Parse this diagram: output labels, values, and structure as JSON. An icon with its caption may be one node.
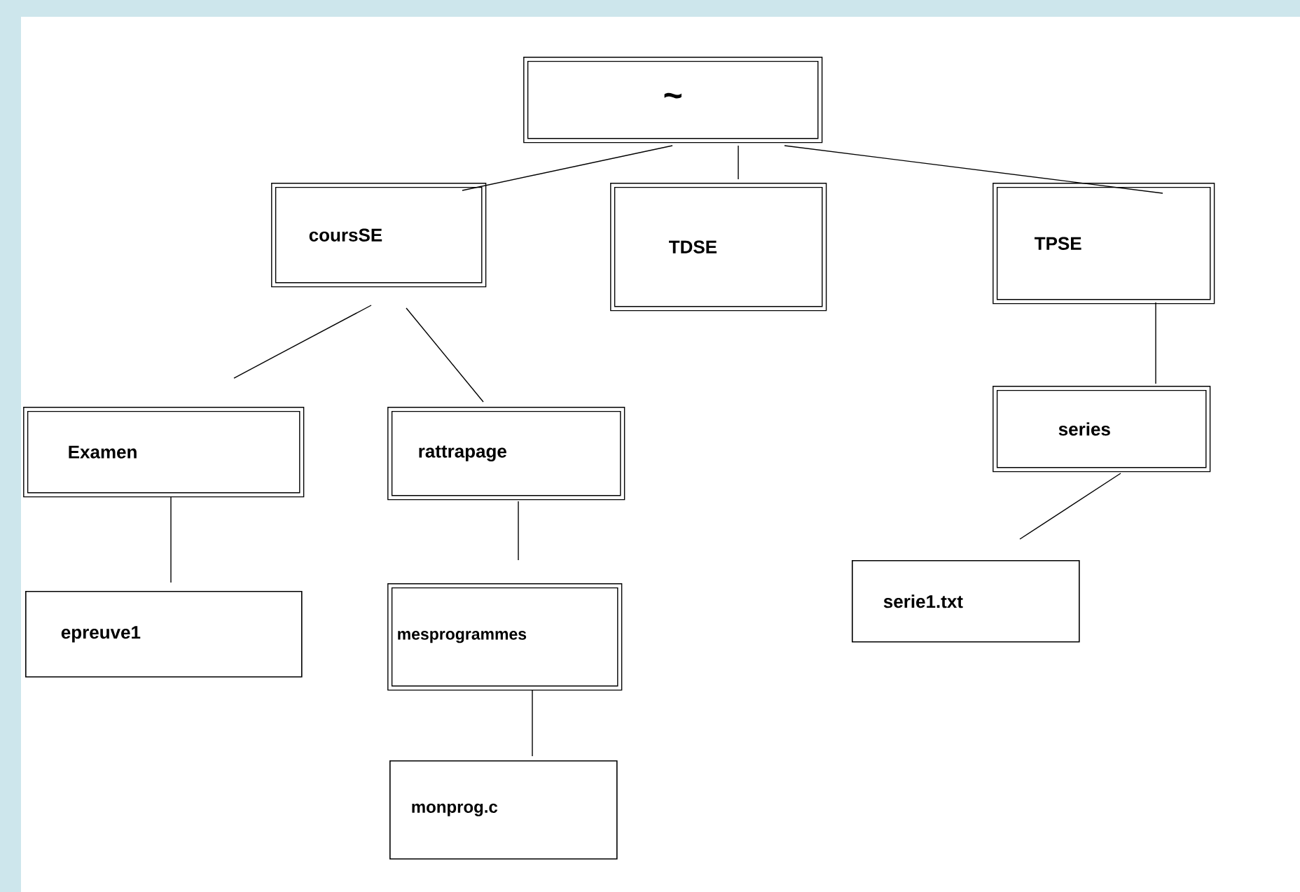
{
  "diagram": {
    "nodes": [
      {
        "text": [
          "~"
        ]
      },
      {
        "text": [
          "coursSE"
        ]
      },
      {
        "text": [
          "TDSE"
        ]
      },
      {
        "text": [
          "TPSE"
        ]
      },
      {
        "text": [
          "Examen"
        ]
      },
      {
        "text": [
          "rattrapage"
        ]
      },
      {
        "text": [
          "epreuve1"
        ]
      },
      {
        "text": [
          "mesprogrammes"
        ]
      },
      {
        "text": [
          "monprog.c"
        ]
      },
      {
        "text": [
          "series"
        ]
      },
      {
        "text": [
          "serie1.txt"
        ]
      }
    ],
    "edges": [
      {
        "from": 0,
        "to": 1,
        "arrow": "none"
      },
      {
        "from": 0,
        "to": 2,
        "arrow": "none"
      },
      {
        "from": 0,
        "to": 3,
        "arrow": "none"
      },
      {
        "from": 1,
        "to": 4,
        "arrow": "none"
      },
      {
        "from": 1,
        "to": 5,
        "arrow": "none"
      },
      {
        "from": 4,
        "to": 6,
        "arrow": "none"
      },
      {
        "from": 5,
        "to": 7,
        "arrow": "none"
      },
      {
        "from": 7,
        "to": 8,
        "arrow": "none"
      },
      {
        "from": 3,
        "to": 9,
        "arrow": "none"
      },
      {
        "from": 9,
        "to": 10,
        "arrow": "none"
      }
    ]
  }
}
